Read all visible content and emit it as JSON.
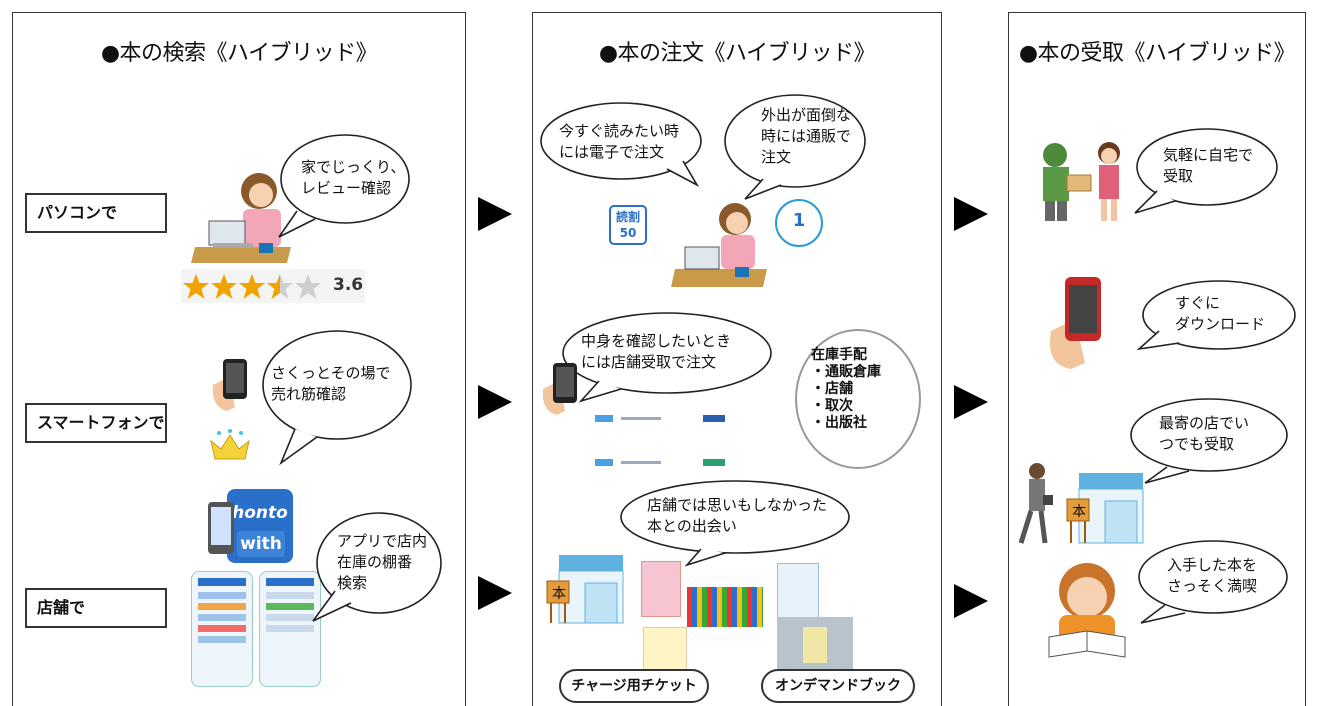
{
  "panels": {
    "search": {
      "title": "●本の検索《ハイブリッド》",
      "pc_label": "パソコンで",
      "pc_bubble": "家でじっくり、\nレビュー確認",
      "rating": "3.6",
      "rating_stars": 3.5,
      "phone_label": "スマートフォンで",
      "phone_bubble": "さくっとその場で\n売れ筋確認",
      "store_label": "店舗で",
      "store_bubble": "アプリで店内\n在庫の棚番\n検索",
      "app_brand": "honto",
      "app_with": "with"
    },
    "order": {
      "title": "●本の注文《ハイブリッド》",
      "bubble_ebook": "今すぐ読みたい時\nには電子で注文",
      "bubble_mail": "外出が面倒な\n時には通販で\n注文",
      "discount_badge": "読割\n50",
      "point_badge": "1",
      "bubble_store": "中身を確認したいとき\nには店舗受取で注文",
      "stock_text": "在庫手配\n・通販倉庫\n・店舗\n・取次\n・出版社",
      "bubble_encounter": "店舗では思いもしなかった\n本との出会い",
      "shop_sign": "本",
      "charge_ticket": "チャージ用チケット",
      "on_demand": "オンデマンドブック"
    },
    "receive": {
      "title": "●本の受取《ハイブリッド》",
      "bubble_home": "気軽に自宅で\n受取",
      "bubble_download": "すぐに\nダウンロード",
      "bubble_store": "最寄の店でい\nつでも受取",
      "bubble_enjoy": "入手した本を\nさっそく満喫",
      "shop_sign": "本"
    }
  },
  "colors": {
    "star": "#f0a400",
    "star_empty": "#cfcfcf",
    "app_blue": "#2a6fc9",
    "border": "#333333",
    "arrow": "#000000"
  }
}
